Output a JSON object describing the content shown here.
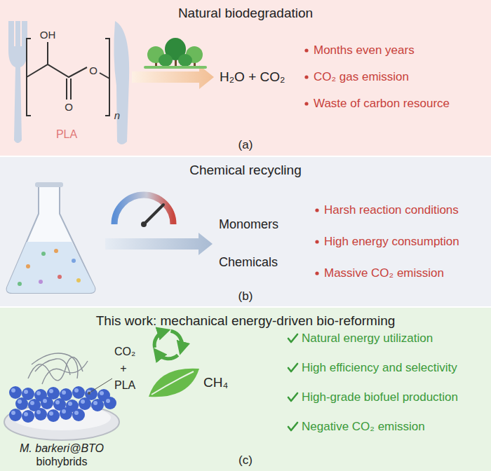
{
  "diagram": {
    "nodes": [
      {
        "text": [
          "Natural biodegradation"
        ]
      },
      {
        "text": [
          "Chemical recycling"
        ]
      },
      {
        "text": [
          "This work: mechanical energy-driven bio-reforming"
        ]
      }
    ],
    "labels": [
      "OH",
      "O",
      "O",
      "n",
      "PLA",
      "H₂O + CO₂",
      "Months even years",
      "CO₂ gas emission",
      "Waste of carbon resource",
      "(a)",
      "Monomers",
      "Chemicals",
      "Harsh reaction conditions",
      "High energy consumption",
      "Massive CO₂ emission",
      "(b)",
      "CO₂",
      "+",
      "PLA",
      "CH₄",
      "M. barkeri@BTO",
      "biohybrids",
      "Natural energy utilization",
      "High efficiency and selectivity",
      "High-grade biofuel production",
      "Negative CO₂ emission",
      "(c)"
    ]
  }
}
